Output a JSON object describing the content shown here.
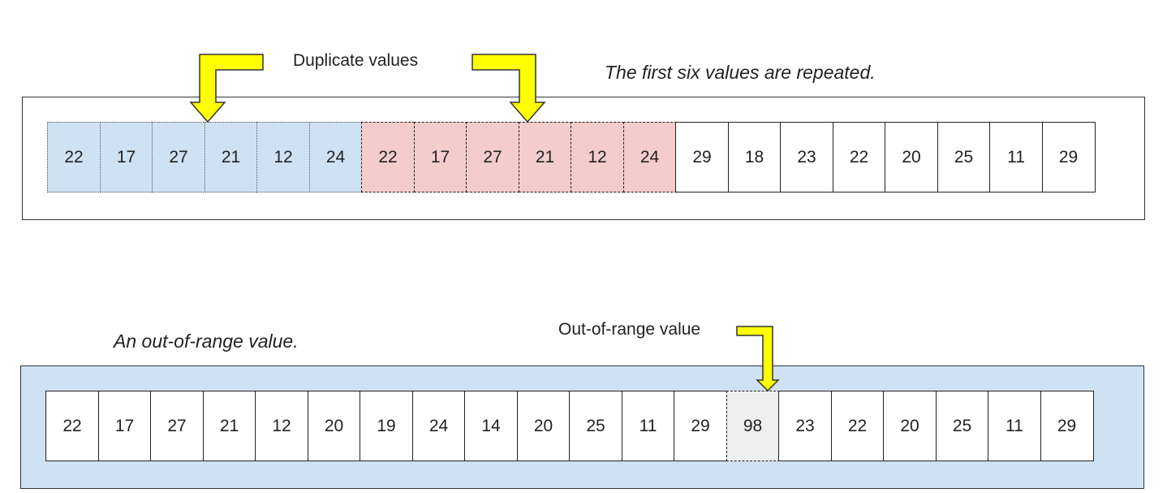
{
  "top": {
    "annotation": "Duplicate values",
    "caption": "The first six values are repeated.",
    "values": [
      22,
      17,
      27,
      21,
      12,
      24,
      22,
      17,
      27,
      21,
      12,
      24,
      29,
      18,
      23,
      22,
      20,
      25,
      11,
      29
    ],
    "first_group_count": 6,
    "repeat_group_count": 6
  },
  "bottom": {
    "annotation": "Out-of-range value",
    "caption": "An out-of-range value.",
    "values": [
      22,
      17,
      27,
      21,
      12,
      20,
      19,
      24,
      14,
      20,
      25,
      11,
      29,
      98,
      23,
      22,
      20,
      25,
      11,
      29
    ],
    "out_of_range_index": 13
  },
  "colors": {
    "arrow_fill": "#ffff00",
    "original_group": "#cfe2f3",
    "repeated_group": "#f4cccc",
    "out_of_range_cell": "#efefef",
    "bottom_panel": "#cfe2f3"
  }
}
